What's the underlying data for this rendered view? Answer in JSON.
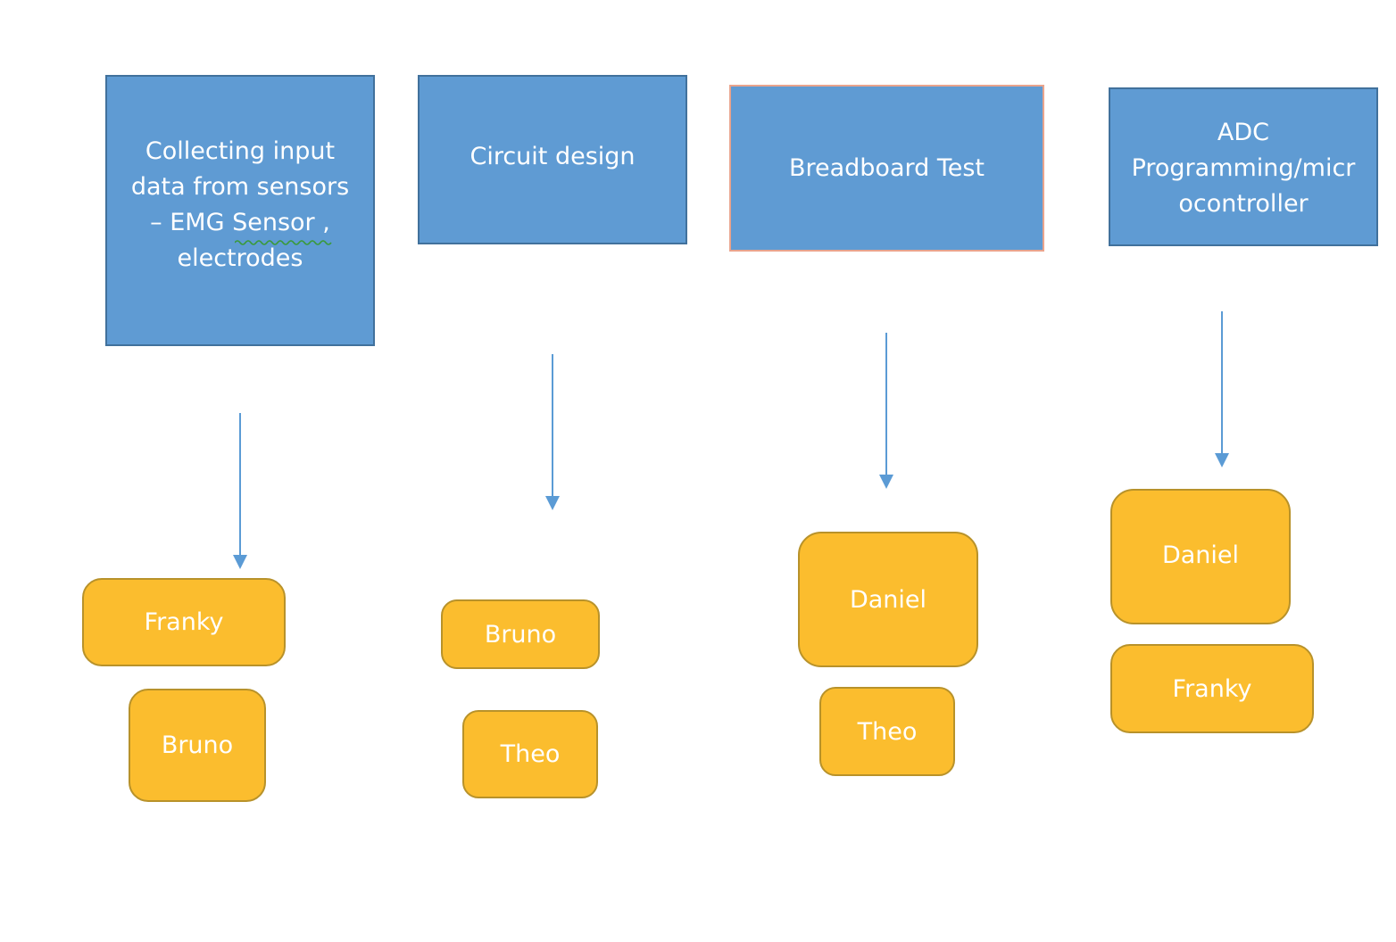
{
  "tasks": [
    {
      "label": "Collecting input\ndata from sensors\n– EMG Sensor ,\nelectrodes",
      "people": [
        "Franky",
        "Bruno"
      ]
    },
    {
      "label": "Circuit design",
      "people": [
        "Bruno",
        "Theo"
      ]
    },
    {
      "label": "Breadboard Test",
      "people": [
        "Daniel",
        "Theo"
      ]
    },
    {
      "label": "ADC\nProgramming/micr\nocontroller",
      "people": [
        "Daniel",
        "Franky"
      ]
    }
  ],
  "colors": {
    "task_fill": "#5f9bd3",
    "task_border": "#41719c",
    "person_fill": "#fbbd2e",
    "person_border": "#b8922a",
    "arrow": "#5b9bd5"
  }
}
